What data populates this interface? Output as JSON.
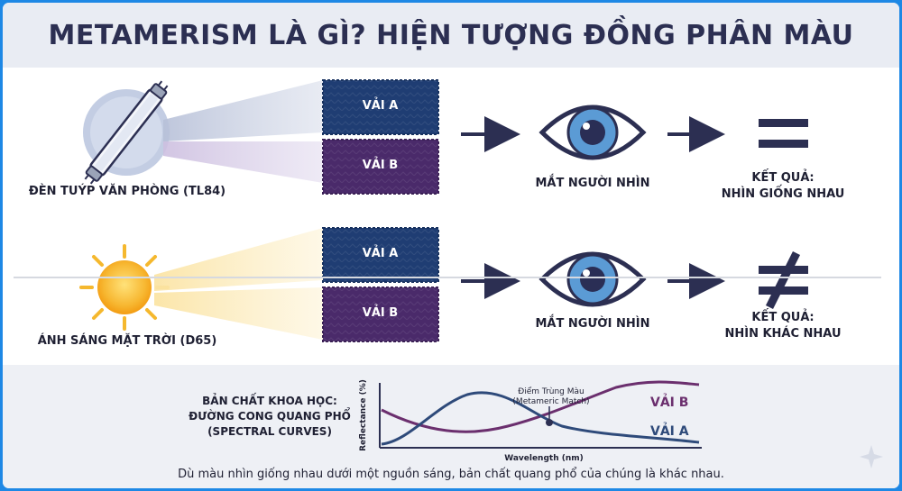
{
  "title": "METAMERISM LÀ GÌ? HIỆN TƯỢNG ĐỒNG PHÂN MÀU",
  "scenario_1": {
    "light_label": "ĐÈN TUÝP VĂN PHÒNG (TL84)",
    "fabric_a": "VẢI A",
    "fabric_b": "VẢI B",
    "observer": "MẮT NGƯỜI NHÌN",
    "result_line1": "KẾT QUẢ:",
    "result_line2": "NHÌN GIỐNG NHAU",
    "symbol": "="
  },
  "scenario_2": {
    "light_label": "ÁNH SÁNG MẶT TRỜI (D65)",
    "fabric_a": "VẢI A",
    "fabric_b": "VẢI B",
    "observer": "MẮT NGƯỜI NHÌN",
    "result_line1": "KẾT QUẢ:",
    "result_line2": "NHÌN KHÁC NHAU",
    "symbol": "≠"
  },
  "science": {
    "line1": "BẢN CHẤT KHOA HỌC:",
    "line2": "ĐƯỜNG CONG QUANG PHỔ",
    "line3": "(SPECTRAL CURVES)",
    "ylabel": "Reflectance (%)",
    "xlabel": "Wavelength (nm)",
    "match_line1": "Điểm Trùng Màu",
    "match_line2": "(Metameric Match)",
    "curve_b": "VẢI B",
    "curve_a": "VẢI A"
  },
  "footer": "Dù màu nhìn giống nhau dưới một nguồn sáng, bản chất quang phổ của chúng là khác nhau.",
  "colors": {
    "navy": "#1f3d73",
    "purple": "#4a2a6a",
    "curve_a": "#2e4a7a",
    "curve_b": "#6b2f6e",
    "title": "#2c2f52"
  },
  "icons": [
    "fluorescent-tube-icon",
    "sun-icon",
    "eye-icon",
    "arrow-icon",
    "equals-icon",
    "not-equals-icon",
    "sparkle-icon"
  ]
}
